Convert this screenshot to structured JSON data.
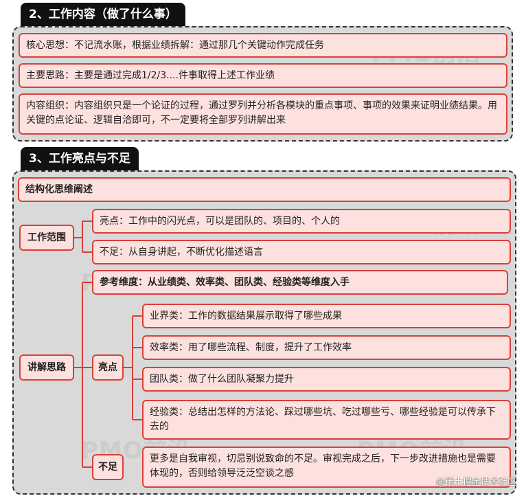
{
  "section2": {
    "header": "2、工作内容（做了什么事）",
    "items": [
      "核心思想：不记流水账，根据业绩拆解：通过那几个关键动作完成任务",
      "主要思路：主要是通过完成1/2/3....件事取得上述工作业绩",
      "内容组织：内容组织只是一个论证的过程，通过罗列并分析各模块的重点事项、事项的效果来证明业绩结果。用关键的点论证、逻辑自洽即可，不一定要将全部罗列讲解出来"
    ]
  },
  "section3": {
    "header": "3、工作亮点与不足",
    "structured": "结构化思维阐述",
    "scope": {
      "label": "工作范围",
      "items": [
        "亮点：工作中的闪光点，可以是团队的、项目的、个人的",
        "不足：从自身讲起，不断优化描述语言"
      ]
    },
    "method": {
      "label": "讲解思路",
      "reference": "参考维度：从业绩类、效率类、团队类、经验类等维度入手",
      "highlight": {
        "label": "亮点",
        "items": [
          "业界类：工作的数据结果展示取得了哪些成果",
          "效率类：用了哪些流程、制度，提升了工作效率",
          "团队类：做了什么团队凝聚力提升",
          "经验类：总结出怎样的方法论、踩过哪些坑、吃过哪些亏、哪些经验是可以传承下去的"
        ]
      },
      "shortfall": {
        "label": "不足",
        "text": "更多是自我审视，切忌别说致命的不足。审视完成之后，下一步改进措施也是需要体现的，否则给领导泛泛空谈之感"
      }
    }
  },
  "watermark": "PMO前沿",
  "credit": "@稀土掘金技术社区"
}
